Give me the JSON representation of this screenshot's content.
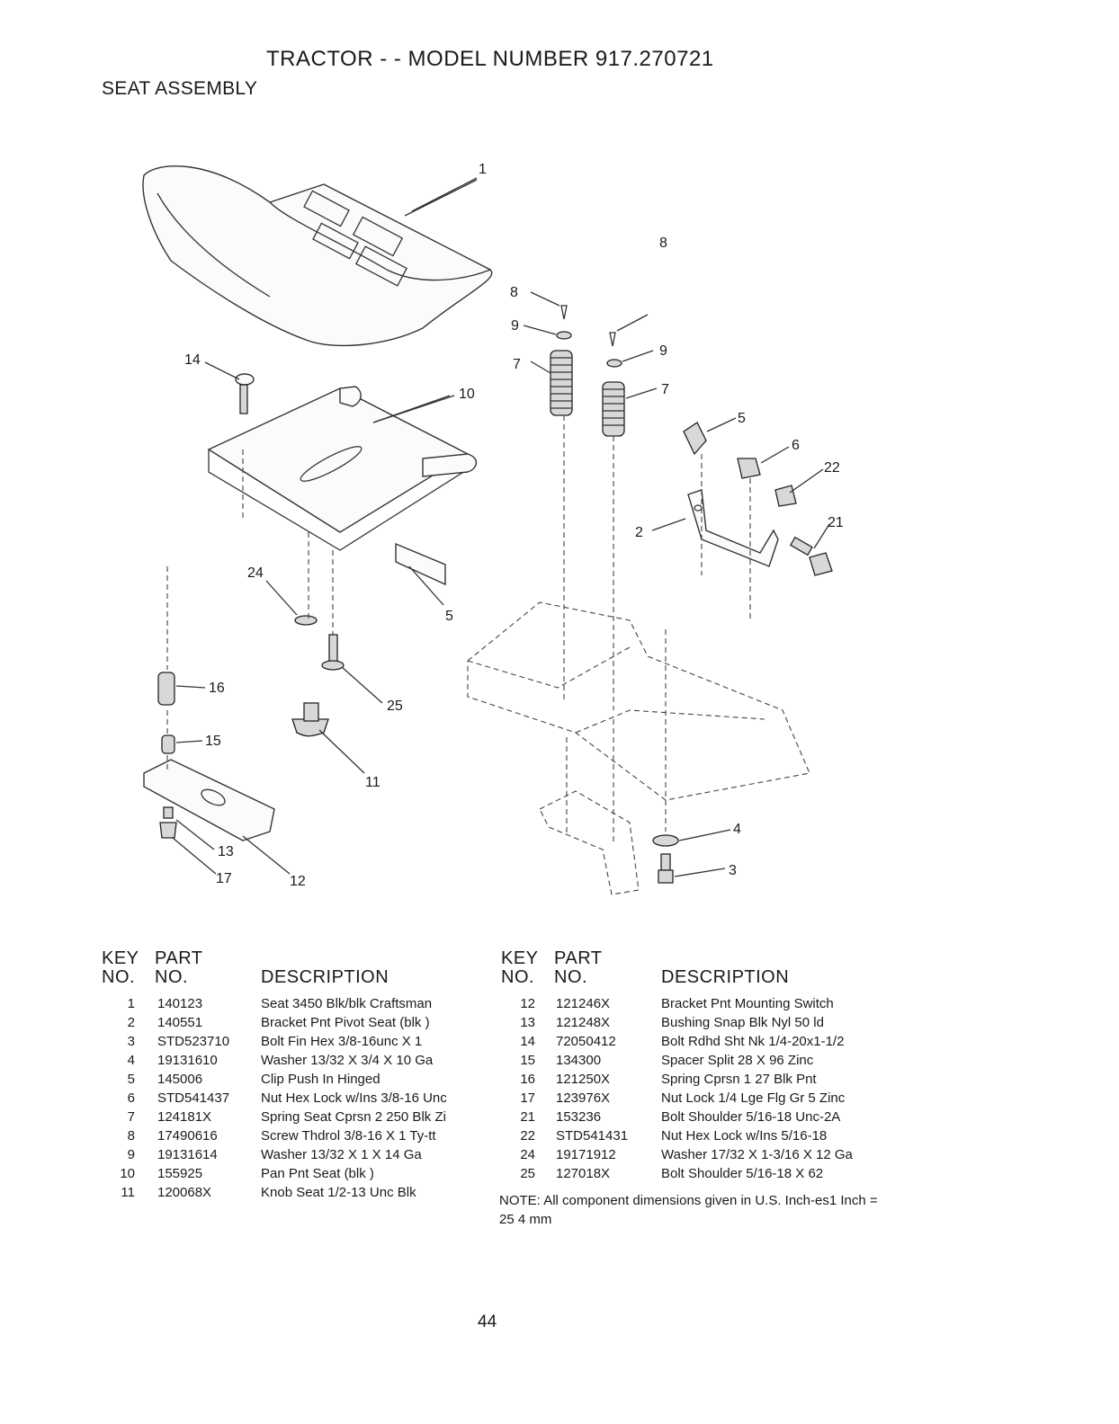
{
  "header": {
    "title": "TRACTOR - - MODEL NUMBER 917.270721",
    "subtitle": "SEAT ASSEMBLY"
  },
  "diagram": {
    "callouts": [
      "1",
      "8",
      "9",
      "7",
      "8",
      "9",
      "7",
      "14",
      "10",
      "5",
      "6",
      "22",
      "2",
      "21",
      "24",
      "5",
      "16",
      "25",
      "15",
      "11",
      "4",
      "3",
      "13",
      "17",
      "12"
    ]
  },
  "table": {
    "headers": {
      "key1": "KEY",
      "key2": "NO.",
      "part1": "PART",
      "part2": "NO.",
      "desc": "DESCRIPTION"
    },
    "left": [
      {
        "key": "1",
        "part": "140123",
        "desc": "Seat 3450 Blk/blk Craftsman"
      },
      {
        "key": "2",
        "part": "140551",
        "desc": "Bracket Pnt Pivot Seat (blk )"
      },
      {
        "key": "3",
        "part": "STD523710",
        "desc": "Bolt Fin Hex 3/8-16unc X 1"
      },
      {
        "key": "4",
        "part": "19131610",
        "desc": "Washer 13/32 X 3/4 X 10 Ga"
      },
      {
        "key": "5",
        "part": "145006",
        "desc": "Clip Push In Hinged"
      },
      {
        "key": "6",
        "part": "STD541437",
        "desc": "Nut Hex Lock w/Ins 3/8-16 Unc"
      },
      {
        "key": "7",
        "part": "124181X",
        "desc": "Spring Seat Cprsn 2 250 Blk Zi"
      },
      {
        "key": "8",
        "part": "17490616",
        "desc": "Screw Thdrol 3/8-16 X 1 Ty-tt"
      },
      {
        "key": "9",
        "part": "19131614",
        "desc": "Washer 13/32 X 1 X 14 Ga"
      },
      {
        "key": "10",
        "part": "155925",
        "desc": "Pan Pnt Seat (blk )"
      },
      {
        "key": "11",
        "part": "120068X",
        "desc": "Knob Seat 1/2-13 Unc Blk"
      }
    ],
    "right": [
      {
        "key": "12",
        "part": "121246X",
        "desc": "Bracket Pnt Mounting Switch"
      },
      {
        "key": "13",
        "part": "121248X",
        "desc": "Bushing Snap Blk Nyl 50 ld"
      },
      {
        "key": "14",
        "part": "72050412",
        "desc": "Bolt Rdhd Sht Nk 1/4-20x1-1/2"
      },
      {
        "key": "15",
        "part": "134300",
        "desc": "Spacer Split 28 X 96 Zinc"
      },
      {
        "key": "16",
        "part": "121250X",
        "desc": "Spring Cprsn 1 27 Blk Pnt"
      },
      {
        "key": "17",
        "part": "123976X",
        "desc": "Nut Lock 1/4 Lge Flg Gr 5 Zinc"
      },
      {
        "key": "21",
        "part": "153236",
        "desc": "Bolt Shoulder 5/16-18 Unc-2A"
      },
      {
        "key": "22",
        "part": "STD541431",
        "desc": "Nut Hex Lock w/Ins 5/16-18"
      },
      {
        "key": "24",
        "part": "19171912",
        "desc": "Washer 17/32 X 1-3/16 X 12 Ga"
      },
      {
        "key": "25",
        "part": "127018X",
        "desc": "Bolt Shoulder 5/16-18 X 62"
      }
    ]
  },
  "note": {
    "label": "NOTE:",
    "text": "All component dimensions given in U.S. Inch-es1 Inch = 25 4 mm"
  },
  "page_number": "44"
}
